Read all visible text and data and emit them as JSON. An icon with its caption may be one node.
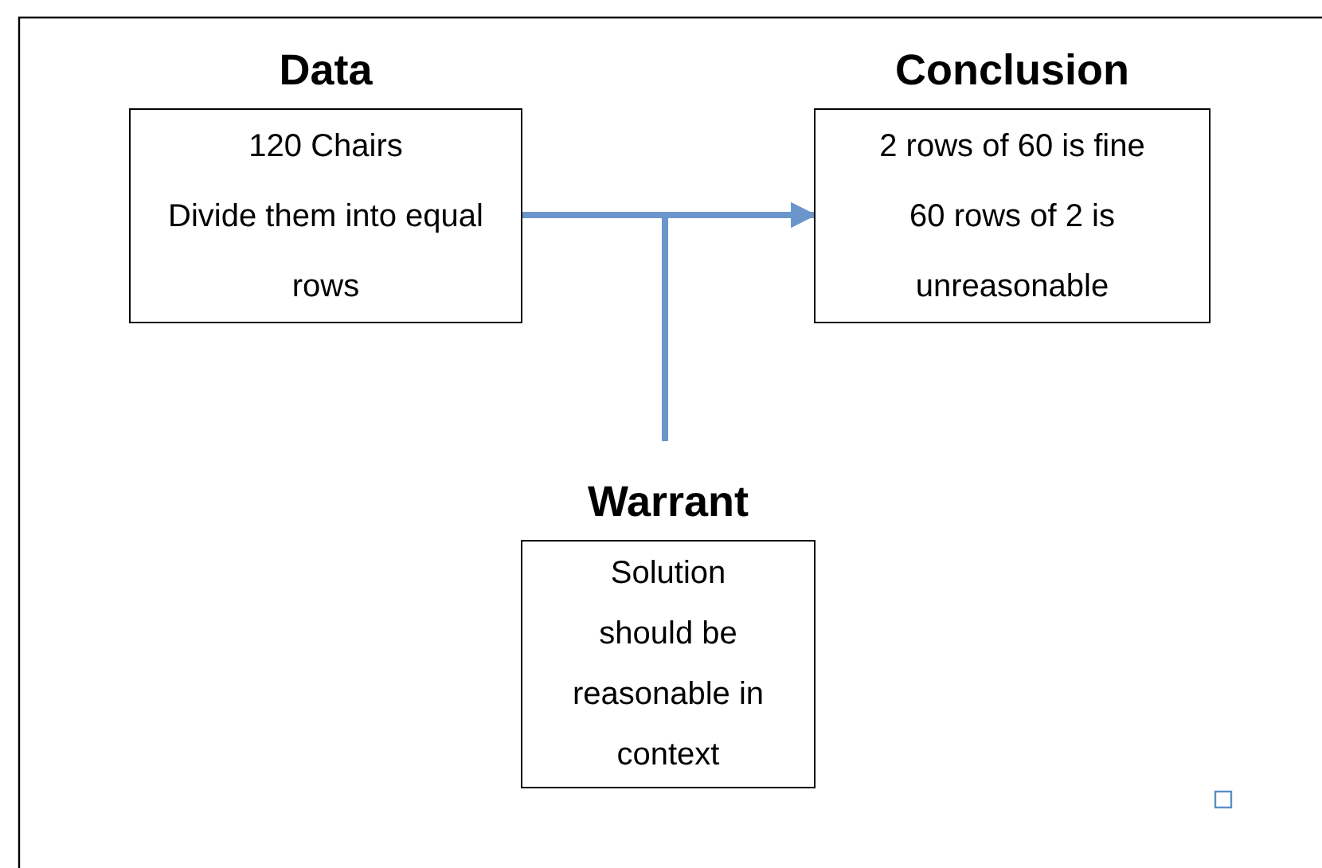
{
  "diagram": {
    "nodes": [
      {
        "text": [
          "Data",
          "120 Chairs",
          "Divide them into equal rows"
        ]
      },
      {
        "text": [
          "Conclusion",
          "2 rows of 60 is fine",
          "60 rows of 2 is unreasonable"
        ]
      },
      {
        "text": [
          "Warrant",
          "Solution should be reasonable in context"
        ]
      }
    ],
    "edges": [
      {
        "from": 0,
        "to": 1,
        "arrow": "to"
      },
      {
        "from": 2,
        "to": 1,
        "arrow": "to"
      }
    ]
  }
}
